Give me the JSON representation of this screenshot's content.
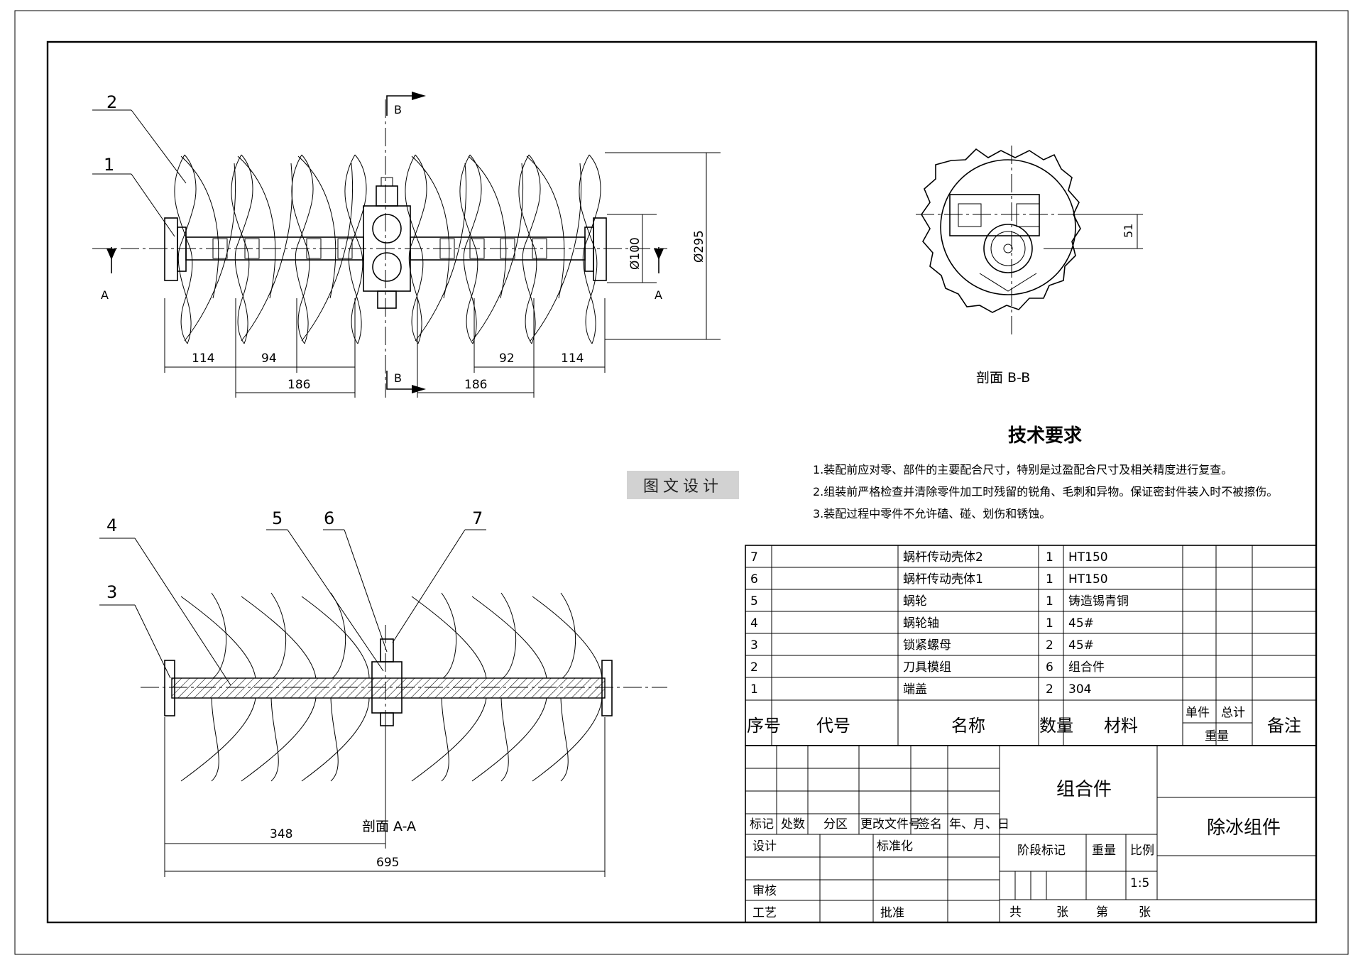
{
  "view_top": {
    "balloons": [
      "2",
      "1"
    ],
    "section_a_label": "A",
    "section_b_label": "B",
    "dims": {
      "left_114": "114",
      "left_94": "94",
      "left_186": "186",
      "right_186": "186",
      "right_92": "92",
      "right_114": "114",
      "phi100": "Ø100",
      "phi295": "Ø295"
    }
  },
  "view_section_bb": {
    "title": "剖面 B-B",
    "dim_51": "51"
  },
  "view_section_aa": {
    "title": "剖面 A-A",
    "balloons": [
      "4",
      "3",
      "5",
      "6",
      "7"
    ],
    "dims": {
      "d348": "348",
      "d695": "695"
    }
  },
  "tech_requirements": {
    "title": "技术要求",
    "items": [
      "1.装配前应对零、部件的主要配合尺寸，特别是过盈配合尺寸及相关精度进行复查。",
      "2.组装前严格检查并清除零件加工时残留的锐角、毛刺和异物。保证密封件装入时不被擦伤。",
      "3.装配过程中零件不允许磕、碰、划伤和锈蚀。"
    ]
  },
  "watermark": "图文设计",
  "bom": {
    "rows": [
      {
        "no": "7",
        "code": "",
        "name": "蜗杆传动壳体2",
        "qty": "1",
        "material": "HT150"
      },
      {
        "no": "6",
        "code": "",
        "name": "蜗杆传动壳体1",
        "qty": "1",
        "material": "HT150"
      },
      {
        "no": "5",
        "code": "",
        "name": "蜗轮",
        "qty": "1",
        "material": "铸造锡青铜"
      },
      {
        "no": "4",
        "code": "",
        "name": "蜗轮轴",
        "qty": "1",
        "material": "45#"
      },
      {
        "no": "3",
        "code": "",
        "name": "锁紧螺母",
        "qty": "2",
        "material": "45#"
      },
      {
        "no": "2",
        "code": "",
        "name": "刀具模组",
        "qty": "6",
        "material": "组合件"
      },
      {
        "no": "1",
        "code": "",
        "name": "端盖",
        "qty": "2",
        "material": "304"
      }
    ],
    "header": {
      "no": "序号",
      "code": "代号",
      "name": "名称",
      "qty": "数量",
      "material": "材料",
      "unit": "单件",
      "total": "总计",
      "weight": "重量",
      "remark": "备注"
    }
  },
  "title_block": {
    "mark": "标记",
    "count": "处数",
    "zone": "分区",
    "change_doc": "更改文件号",
    "sign": "签名",
    "date": "年、月、日",
    "design": "设计",
    "standard": "标准化",
    "review": "审核",
    "process": "工艺",
    "approve": "批准",
    "stage": "阶段标记",
    "weight": "重量",
    "ratio": "比例",
    "ratio_value": "1:5",
    "total_sheets": "共",
    "sheet": "张",
    "nth": "第",
    "sheet2": "张",
    "drawing_type": "组合件",
    "drawing_name": "除冰组件"
  }
}
